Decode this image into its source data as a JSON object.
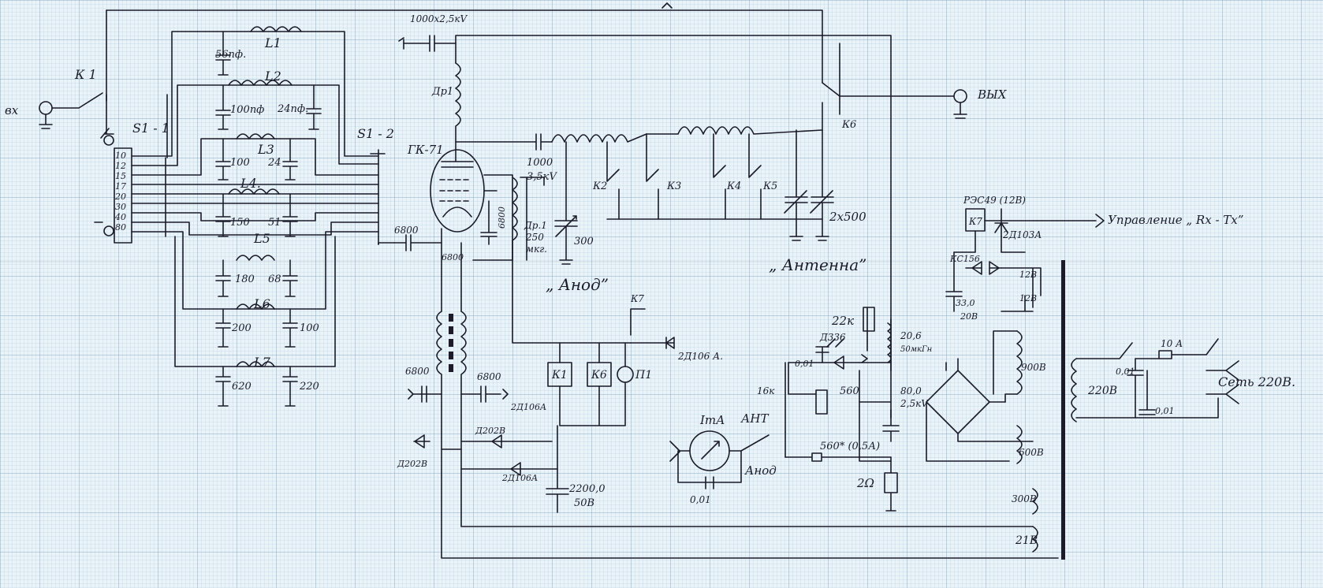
{
  "labels": {
    "input": "вх",
    "k1": "К 1",
    "s1_1": "S1 - 1",
    "s1_2": "S1 - 2",
    "bands": [
      "10",
      "12",
      "15",
      "17",
      "20",
      "30",
      "40",
      "80"
    ],
    "l1": "L1",
    "l2": "L2",
    "l3": "L3",
    "l4": "L4.",
    "l5": "L5",
    "l6": "L6",
    "l7": "L7",
    "c_56": "56пф.",
    "c_100pf": "100пф",
    "c_24pf": "24пф.",
    "c_100a": "100",
    "c_24": "24",
    "c_150": "150",
    "c_51": "51",
    "c_180": "180",
    "c_68": "68",
    "c_200": "200",
    "c_100b": "100",
    "c_620": "620",
    "c_220": "220",
    "c_1000_top": "1000х2,5кV",
    "dr1": "Др1",
    "gk71": "ГК-71",
    "c_1000_mid": "1000",
    "c_1000_kv": "3,5кV",
    "c_6800_grid": "6800",
    "c_6800_cath": "6800",
    "c_6800_scr": "6800",
    "dr2_name": "Др.1",
    "dr2_val": "250",
    "dr2_unit": "мкг.",
    "c_300": "300",
    "anode_cap": "„ Анод”",
    "k2": "К2",
    "k3": "К3",
    "k4": "К4",
    "k5": "К5",
    "antenna_cap": "„ Антенна”",
    "c_2x500": "2х500",
    "k6": "К6",
    "out": "ВЫХ",
    "relay_k7": "К7",
    "relay_type": "РЭС49 (12В)",
    "diode_2d103": "2Д103А",
    "control": "Управление „ Rx - Tx”",
    "kts156": "КС156",
    "c_33": "33,0",
    "c_33_v": "20В",
    "v12a": "12В",
    "v12b": "12В",
    "r_22k": "22к",
    "d336": "Д336",
    "c_001a": "0,01",
    "r_16": "16к",
    "r_560": "560",
    "c_20_6": "20,6",
    "c_20_6u": "50мкГн",
    "c_80": "80,0",
    "c_80_v": "2,5кV",
    "r_560s": "560* (0,5А)",
    "r_2": "2Ω",
    "ima": "ImА",
    "ant": "АНТ",
    "anode_sw": "Анод",
    "c_001b": "0,01",
    "k1_box": "К1",
    "k6_box": "К6",
    "p1": "П1",
    "k7_sw": "К7",
    "d_2d106a_top": "2Д106 А.",
    "d_2d106a_a": "2Д106А",
    "d_2d202b_a": "Д202В",
    "d_2d202b_b": "Д202В",
    "d_2d106a_b": "2Д106А",
    "c_2200": "2200,0",
    "c_2200_v": "50В",
    "c_6800_l": "6800",
    "c_6800_r": "6800",
    "v900": "900В",
    "v600": "600В",
    "v300": "300В",
    "v21": "21В",
    "v220": "220В",
    "fuse": "10 А",
    "c_001c": "0,01",
    "c_001d": "0,01",
    "mains": "Сеть 220В."
  }
}
